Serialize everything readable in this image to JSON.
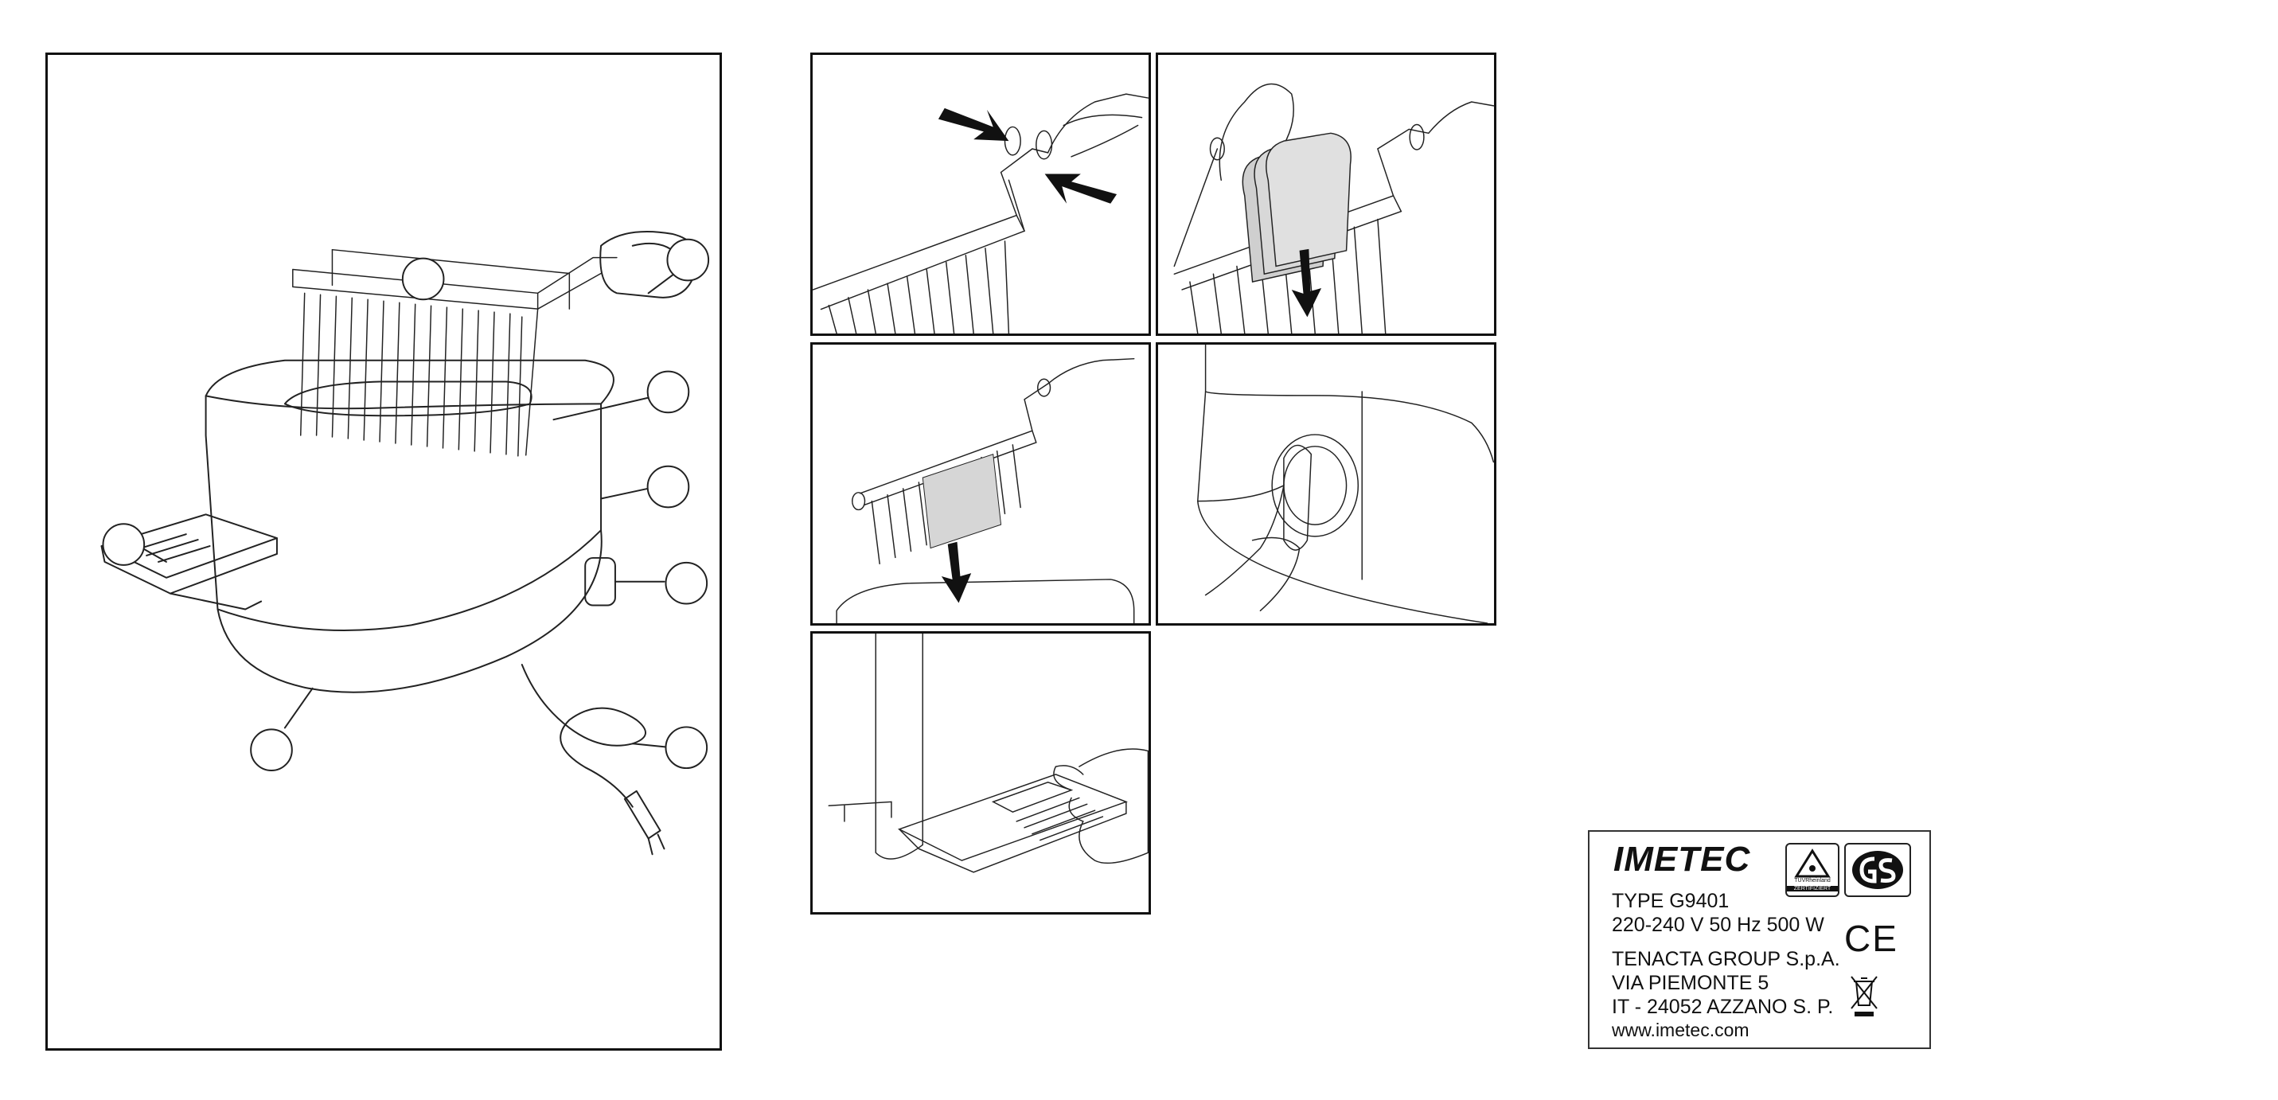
{
  "main_figure": {
    "callouts": [
      "",
      "",
      "",
      "",
      "",
      "",
      "",
      ""
    ]
  },
  "rating_plate": {
    "brand": "IMETEC",
    "type_line": "TYPE G9401",
    "rating_line": "220-240 V  50 Hz  500 W",
    "company": "TENACTA GROUP S.p.A.",
    "street": "VIA PIEMONTE 5",
    "city": "IT - 24052 AZZANO S. P.",
    "website": "www.imetec.com",
    "tuv_logo_label": "TÜVRheinland",
    "tuv_logo_sublabel": "ZERTIFIZIERT",
    "ce_mark": "CE",
    "icons": {
      "tuv": "tuv-certification-logo",
      "gs": "gs-safety-logo",
      "ce": "ce-mark",
      "weee": "crossed-bin-icon"
    }
  }
}
